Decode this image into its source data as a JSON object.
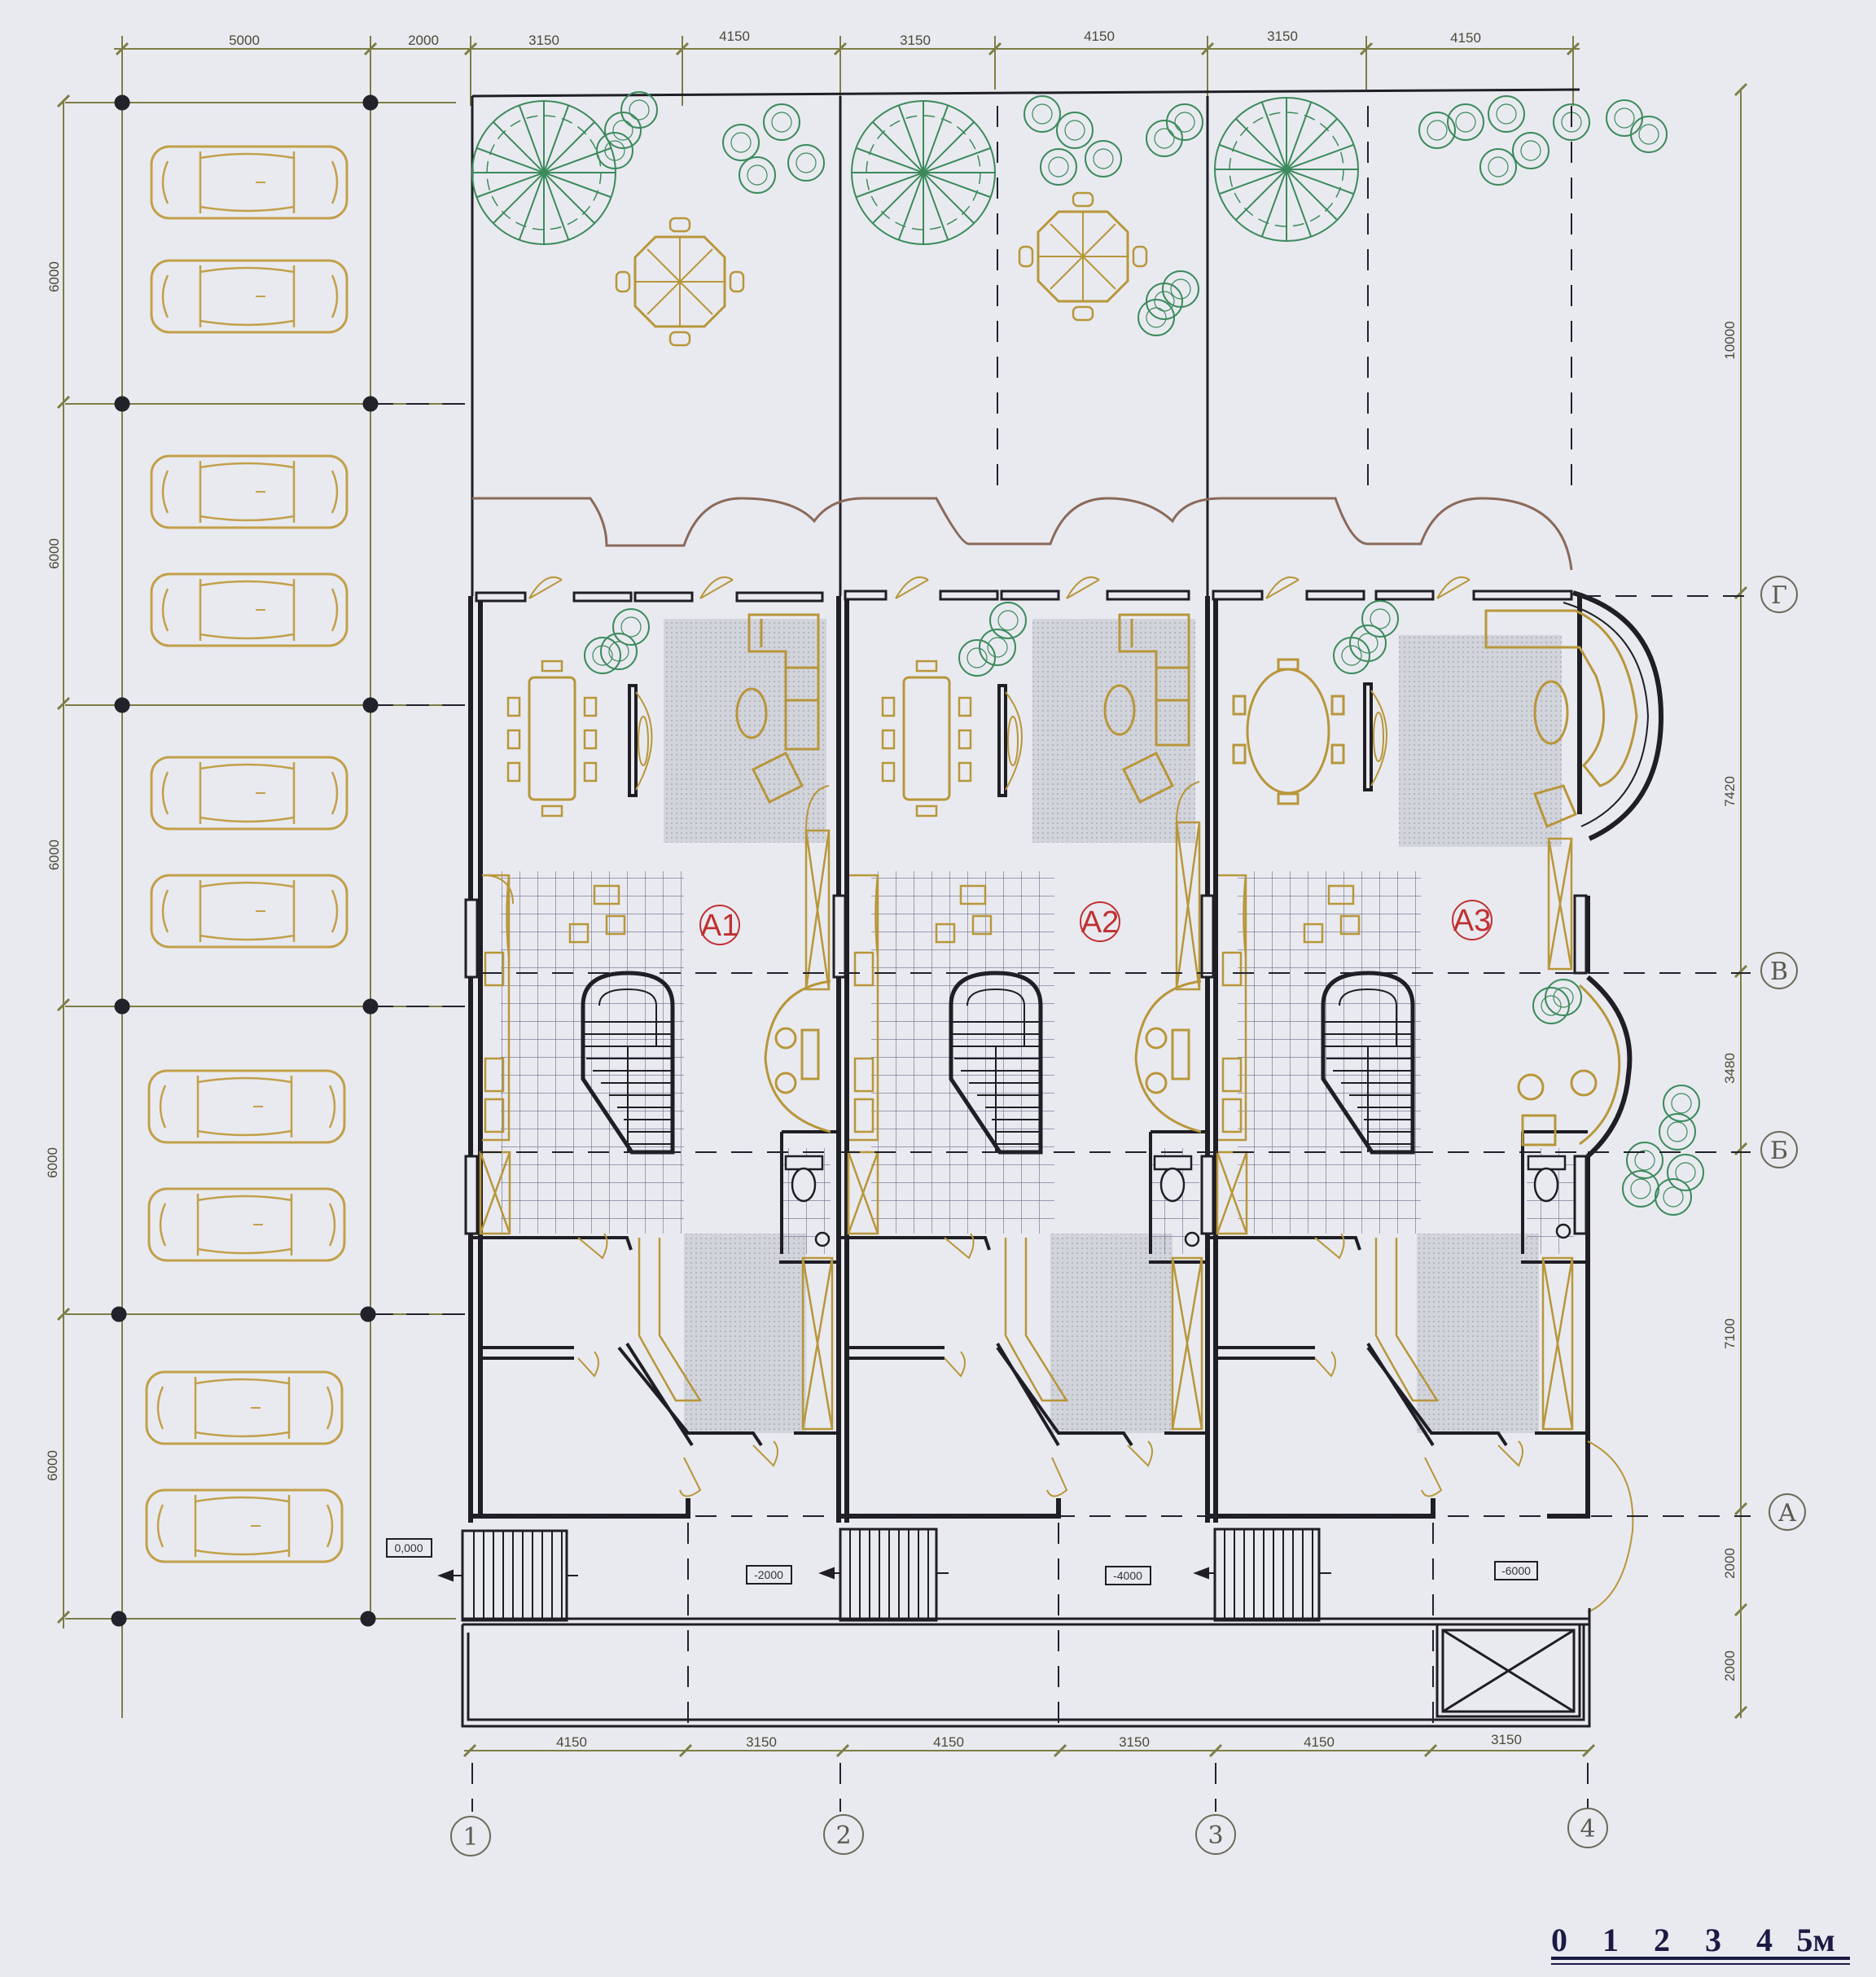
{
  "dimensions": {
    "top": [
      "5000",
      "2000",
      "3150",
      "4150",
      "3150",
      "4150",
      "3150",
      "4150"
    ],
    "bottom": [
      "4150",
      "3150",
      "4150",
      "3150",
      "4150",
      "3150"
    ],
    "left": [
      "6000",
      "6000",
      "6000",
      "6000",
      "6000"
    ],
    "right": [
      "10000",
      "7420",
      "3480",
      "7100",
      "2000",
      "2000"
    ]
  },
  "axes": {
    "rows": [
      "Г",
      "В",
      "Б",
      "А"
    ],
    "columns": [
      "1",
      "2",
      "3",
      "4"
    ]
  },
  "units": [
    "А1",
    "А2",
    "А3"
  ],
  "levels": [
    "0,000",
    "-2000",
    "-4000",
    "-6000"
  ],
  "scale_bar": {
    "ticks": [
      "0",
      "1",
      "2",
      "3",
      "4",
      "5м"
    ]
  },
  "colors": {
    "background": "#e9eaf0",
    "wall": "#1e1e24",
    "furniture": "#b8963a",
    "car": "#c2a04a",
    "tree": "#3c8a5c",
    "dimension": "#7d7d45",
    "unit_label": "#c03030",
    "floor_hatch": "#c6c8d2",
    "tile": "#6a6a8a"
  },
  "icons": {
    "car": "car-icon",
    "tree": "tree-icon",
    "parasol": "parasol-table-icon",
    "stair": "spiral-stair-icon"
  }
}
